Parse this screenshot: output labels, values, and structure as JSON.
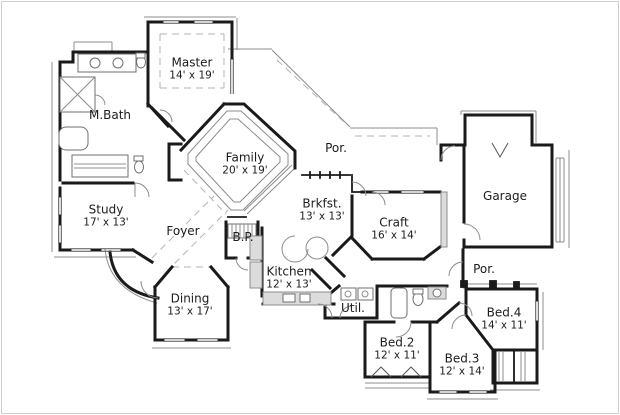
{
  "drawing": {
    "type": "architectural-floor-plan",
    "background": "#ffffff",
    "frame_color": "#cfcfcf",
    "wall_color": "#1a1a1a",
    "detail_color": "#8c8c8c",
    "counter_fill": "#dcdcdc",
    "text_color": "#1c1c1c"
  },
  "rooms": {
    "master": {
      "name": "Master",
      "dims": "14' x 19'"
    },
    "mbath": {
      "name": "M.Bath",
      "dims": ""
    },
    "study": {
      "name": "Study",
      "dims": "17' x 13'"
    },
    "foyer": {
      "name": "Foyer",
      "dims": ""
    },
    "family": {
      "name": "Family",
      "dims": "20' x 19'"
    },
    "porch_top": {
      "name": "Por.",
      "dims": ""
    },
    "brkfst": {
      "name": "Brkfst.",
      "dims": "13' x 13'"
    },
    "bp": {
      "name": "B.P.",
      "dims": ""
    },
    "kitchen": {
      "name": "Kitchen",
      "dims": "12' x 13'"
    },
    "dining": {
      "name": "Dining",
      "dims": "13' x 17'"
    },
    "craft": {
      "name": "Craft",
      "dims": "16' x 14'"
    },
    "garage": {
      "name": "Garage",
      "dims": ""
    },
    "porch_rear": {
      "name": "Por.",
      "dims": ""
    },
    "util": {
      "name": "Util.",
      "dims": ""
    },
    "bed2": {
      "name": "Bed.2",
      "dims": "12' x 11'"
    },
    "bed3": {
      "name": "Bed.3",
      "dims": "12' x 14'"
    },
    "bed4": {
      "name": "Bed.4",
      "dims": "14' x 11'"
    }
  }
}
